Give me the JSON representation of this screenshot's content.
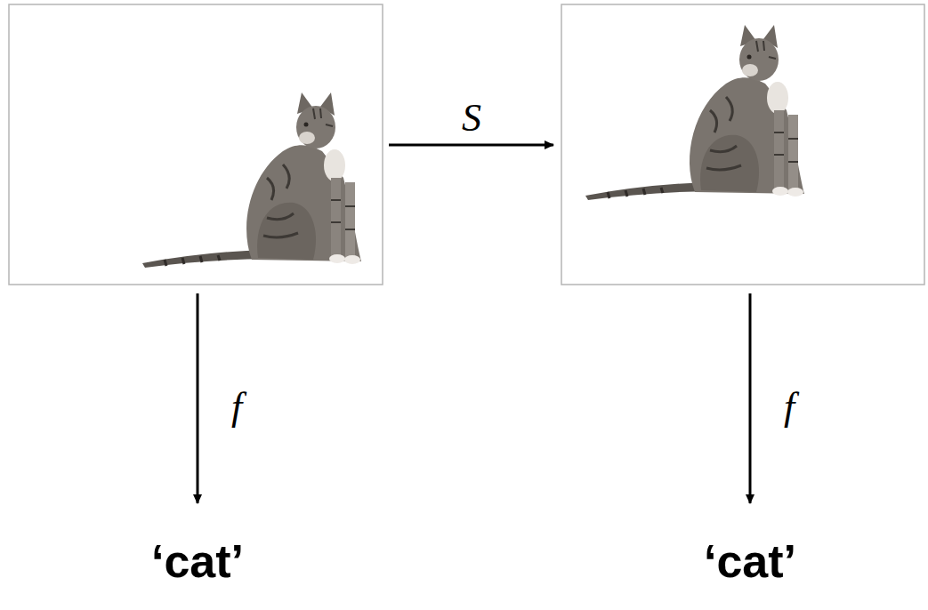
{
  "diagram": {
    "labels": [
      "S",
      "f",
      "f",
      "‘cat’",
      "‘cat’"
    ]
  }
}
